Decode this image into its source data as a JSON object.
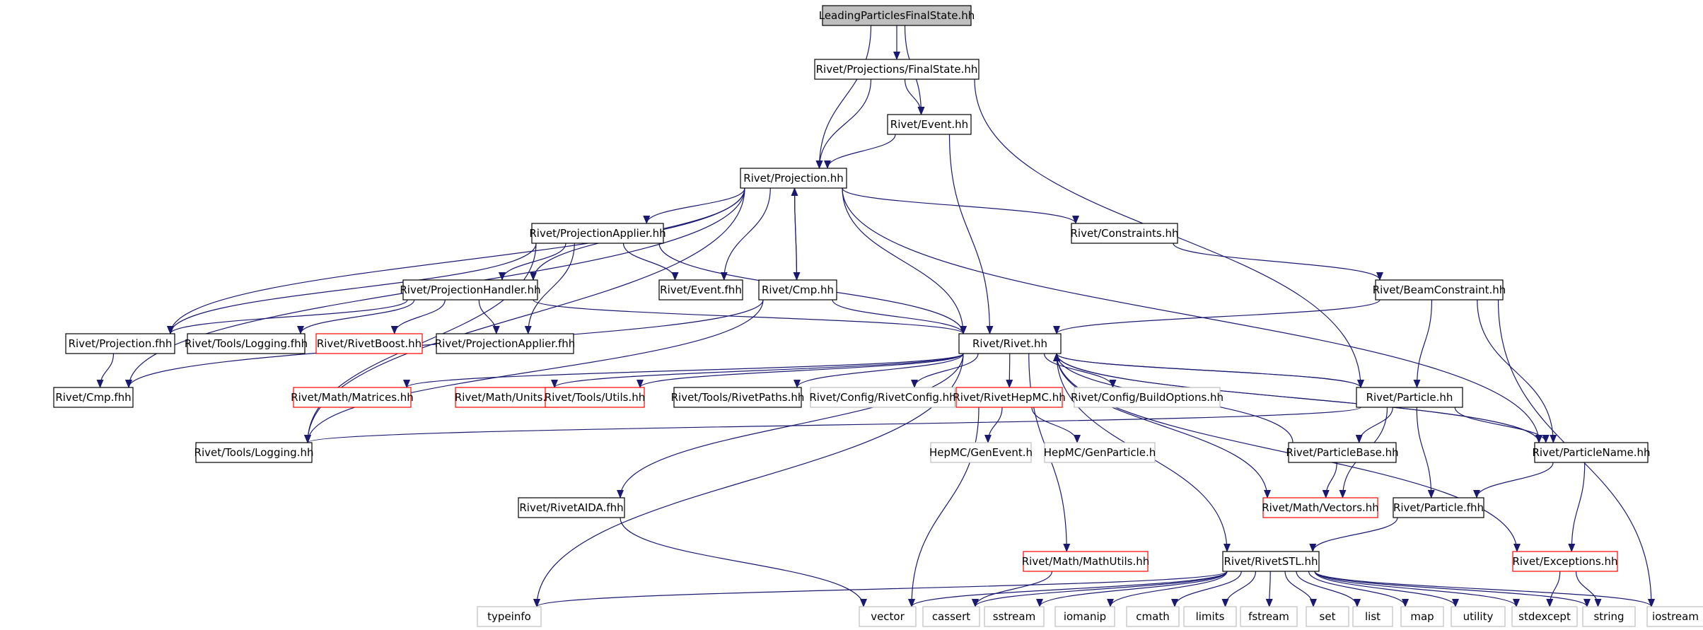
{
  "colors": {
    "edge": "#191970",
    "normal_border": "#000000",
    "missing_border": "#ff0000",
    "external_border": "#bfbfbf",
    "root_fill": "#bfbfbf",
    "text": "#000000",
    "external_text": "#000000"
  },
  "nodes": [
    {
      "id": "lpfs",
      "label": "LeadingParticlesFinalState.hh",
      "kind": "root"
    },
    {
      "id": "fs",
      "label": "Rivet/Projections/FinalState.hh",
      "kind": "normal"
    },
    {
      "id": "event",
      "label": "Rivet/Event.hh",
      "kind": "normal"
    },
    {
      "id": "proj",
      "label": "Rivet/Projection.hh",
      "kind": "normal"
    },
    {
      "id": "projapp",
      "label": "Rivet/ProjectionApplier.hh",
      "kind": "normal"
    },
    {
      "id": "constraints",
      "label": "Rivet/Constraints.hh",
      "kind": "normal"
    },
    {
      "id": "projhandler",
      "label": "Rivet/ProjectionHandler.hh",
      "kind": "normal"
    },
    {
      "id": "eventfhh",
      "label": "Rivet/Event.fhh",
      "kind": "normal"
    },
    {
      "id": "cmp",
      "label": "Rivet/Cmp.hh",
      "kind": "normal"
    },
    {
      "id": "beamconstraint",
      "label": "Rivet/BeamConstraint.hh",
      "kind": "normal"
    },
    {
      "id": "projfhh",
      "label": "Rivet/Projection.fhh",
      "kind": "normal"
    },
    {
      "id": "logfhh",
      "label": "Rivet/Tools/Logging.fhh",
      "kind": "normal"
    },
    {
      "id": "rivetboost",
      "label": "Rivet/RivetBoost.hh",
      "kind": "missing"
    },
    {
      "id": "projappfhh",
      "label": "Rivet/ProjectionApplier.fhh",
      "kind": "normal"
    },
    {
      "id": "rivet",
      "label": "Rivet/Rivet.hh",
      "kind": "normal"
    },
    {
      "id": "cmpfhh",
      "label": "Rivet/Cmp.fhh",
      "kind": "normal"
    },
    {
      "id": "matrices",
      "label": "Rivet/Math/Matrices.hh",
      "kind": "missing"
    },
    {
      "id": "units",
      "label": "Rivet/Math/Units.hh",
      "kind": "missing"
    },
    {
      "id": "utils",
      "label": "Rivet/Tools/Utils.hh",
      "kind": "missing"
    },
    {
      "id": "rivetpaths",
      "label": "Rivet/Tools/RivetPaths.hh",
      "kind": "normal"
    },
    {
      "id": "rivetconfig",
      "label": "Rivet/Config/RivetConfig.hh",
      "kind": "external"
    },
    {
      "id": "rivethepmc",
      "label": "Rivet/RivetHepMC.hh",
      "kind": "missing"
    },
    {
      "id": "buildoptions",
      "label": "Rivet/Config/BuildOptions.hh",
      "kind": "external"
    },
    {
      "id": "particle",
      "label": "Rivet/Particle.hh",
      "kind": "normal"
    },
    {
      "id": "logging",
      "label": "Rivet/Tools/Logging.hh",
      "kind": "normal"
    },
    {
      "id": "genevent",
      "label": "HepMC/GenEvent.h",
      "kind": "external"
    },
    {
      "id": "genparticle",
      "label": "HepMC/GenParticle.h",
      "kind": "external"
    },
    {
      "id": "particlebase",
      "label": "Rivet/ParticleBase.hh",
      "kind": "normal"
    },
    {
      "id": "particlename",
      "label": "Rivet/ParticleName.hh",
      "kind": "normal"
    },
    {
      "id": "rivetaida",
      "label": "Rivet/RivetAIDA.fhh",
      "kind": "normal"
    },
    {
      "id": "vectors",
      "label": "Rivet/Math/Vectors.hh",
      "kind": "missing"
    },
    {
      "id": "particlefhh",
      "label": "Rivet/Particle.fhh",
      "kind": "normal"
    },
    {
      "id": "mathutils",
      "label": "Rivet/Math/MathUtils.hh",
      "kind": "missing"
    },
    {
      "id": "rivetstl",
      "label": "Rivet/RivetSTL.hh",
      "kind": "normal"
    },
    {
      "id": "exceptions",
      "label": "Rivet/Exceptions.hh",
      "kind": "missing"
    },
    {
      "id": "typeinfo",
      "label": "typeinfo",
      "kind": "external"
    },
    {
      "id": "vector",
      "label": "vector",
      "kind": "external"
    },
    {
      "id": "cassert",
      "label": "cassert",
      "kind": "external"
    },
    {
      "id": "sstream",
      "label": "sstream",
      "kind": "external"
    },
    {
      "id": "iomanip",
      "label": "iomanip",
      "kind": "external"
    },
    {
      "id": "cmath",
      "label": "cmath",
      "kind": "external"
    },
    {
      "id": "limits",
      "label": "limits",
      "kind": "external"
    },
    {
      "id": "fstream",
      "label": "fstream",
      "kind": "external"
    },
    {
      "id": "set",
      "label": "set",
      "kind": "external"
    },
    {
      "id": "list",
      "label": "list",
      "kind": "external"
    },
    {
      "id": "map",
      "label": "map",
      "kind": "external"
    },
    {
      "id": "utility",
      "label": "utility",
      "kind": "external"
    },
    {
      "id": "stdexcept",
      "label": "stdexcept",
      "kind": "external"
    },
    {
      "id": "string",
      "label": "string",
      "kind": "external"
    },
    {
      "id": "iostream",
      "label": "iostream",
      "kind": "external"
    }
  ],
  "edges": [
    [
      "lpfs",
      "fs"
    ],
    [
      "lpfs",
      "proj"
    ],
    [
      "lpfs",
      "event"
    ],
    [
      "fs",
      "proj"
    ],
    [
      "fs",
      "event"
    ],
    [
      "fs",
      "particle"
    ],
    [
      "event",
      "proj"
    ],
    [
      "event",
      "rivet"
    ],
    [
      "proj",
      "projapp"
    ],
    [
      "proj",
      "constraints"
    ],
    [
      "proj",
      "projhandler"
    ],
    [
      "proj",
      "eventfhh"
    ],
    [
      "proj",
      "cmp"
    ],
    [
      "proj",
      "projfhh"
    ],
    [
      "proj",
      "rivet"
    ],
    [
      "proj",
      "cmpfhh"
    ],
    [
      "proj",
      "logging"
    ],
    [
      "proj",
      "particlename"
    ],
    [
      "projapp",
      "projhandler"
    ],
    [
      "projapp",
      "eventfhh"
    ],
    [
      "projapp",
      "projfhh"
    ],
    [
      "projapp",
      "projappfhh"
    ],
    [
      "projapp",
      "rivet"
    ],
    [
      "projapp",
      "logging"
    ],
    [
      "constraints",
      "beamconstraint"
    ],
    [
      "projhandler",
      "projfhh"
    ],
    [
      "projhandler",
      "logfhh"
    ],
    [
      "projhandler",
      "rivetboost"
    ],
    [
      "projhandler",
      "projappfhh"
    ],
    [
      "projhandler",
      "rivet"
    ],
    [
      "cmp",
      "proj"
    ],
    [
      "cmp",
      "rivet"
    ],
    [
      "cmp",
      "cmpfhh"
    ],
    [
      "cmp",
      "logging"
    ],
    [
      "beamconstraint",
      "rivet"
    ],
    [
      "beamconstraint",
      "particle"
    ],
    [
      "beamconstraint",
      "particlename"
    ],
    [
      "beamconstraint",
      "iostream"
    ],
    [
      "projfhh",
      "cmpfhh"
    ],
    [
      "rivet",
      "matrices"
    ],
    [
      "rivet",
      "units"
    ],
    [
      "rivet",
      "utils"
    ],
    [
      "rivet",
      "rivetpaths"
    ],
    [
      "rivet",
      "rivetconfig"
    ],
    [
      "rivet",
      "rivethepmc"
    ],
    [
      "rivet",
      "buildoptions"
    ],
    [
      "rivet",
      "particle"
    ],
    [
      "rivet",
      "rivetaida"
    ],
    [
      "rivet",
      "vectors"
    ],
    [
      "rivet",
      "mathutils"
    ],
    [
      "rivet",
      "rivetstl"
    ],
    [
      "rivet",
      "exceptions"
    ],
    [
      "rivet",
      "typeinfo"
    ],
    [
      "rivet",
      "particlename"
    ],
    [
      "rivethepmc",
      "genevent"
    ],
    [
      "rivethepmc",
      "genparticle"
    ],
    [
      "rivethepmc",
      "vector"
    ],
    [
      "particle",
      "rivet"
    ],
    [
      "particle",
      "logging"
    ],
    [
      "particle",
      "particlebase"
    ],
    [
      "particle",
      "particlename"
    ],
    [
      "particle",
      "particlefhh"
    ],
    [
      "particle",
      "vectors"
    ],
    [
      "particlebase",
      "rivet"
    ],
    [
      "particlebase",
      "vectors"
    ],
    [
      "particlename",
      "particlefhh"
    ],
    [
      "particlename",
      "exceptions"
    ],
    [
      "particlename",
      "rivet"
    ],
    [
      "particlefhh",
      "rivetstl"
    ],
    [
      "rivetaida",
      "vector"
    ],
    [
      "mathutils",
      "cassert"
    ],
    [
      "rivetstl",
      "typeinfo"
    ],
    [
      "rivetstl",
      "vector"
    ],
    [
      "rivetstl",
      "cassert"
    ],
    [
      "rivetstl",
      "sstream"
    ],
    [
      "rivetstl",
      "iomanip"
    ],
    [
      "rivetstl",
      "cmath"
    ],
    [
      "rivetstl",
      "limits"
    ],
    [
      "rivetstl",
      "fstream"
    ],
    [
      "rivetstl",
      "set"
    ],
    [
      "rivetstl",
      "list"
    ],
    [
      "rivetstl",
      "map"
    ],
    [
      "rivetstl",
      "utility"
    ],
    [
      "rivetstl",
      "stdexcept"
    ],
    [
      "rivetstl",
      "string"
    ],
    [
      "rivetstl",
      "iostream"
    ],
    [
      "exceptions",
      "stdexcept"
    ],
    [
      "exceptions",
      "string"
    ]
  ]
}
